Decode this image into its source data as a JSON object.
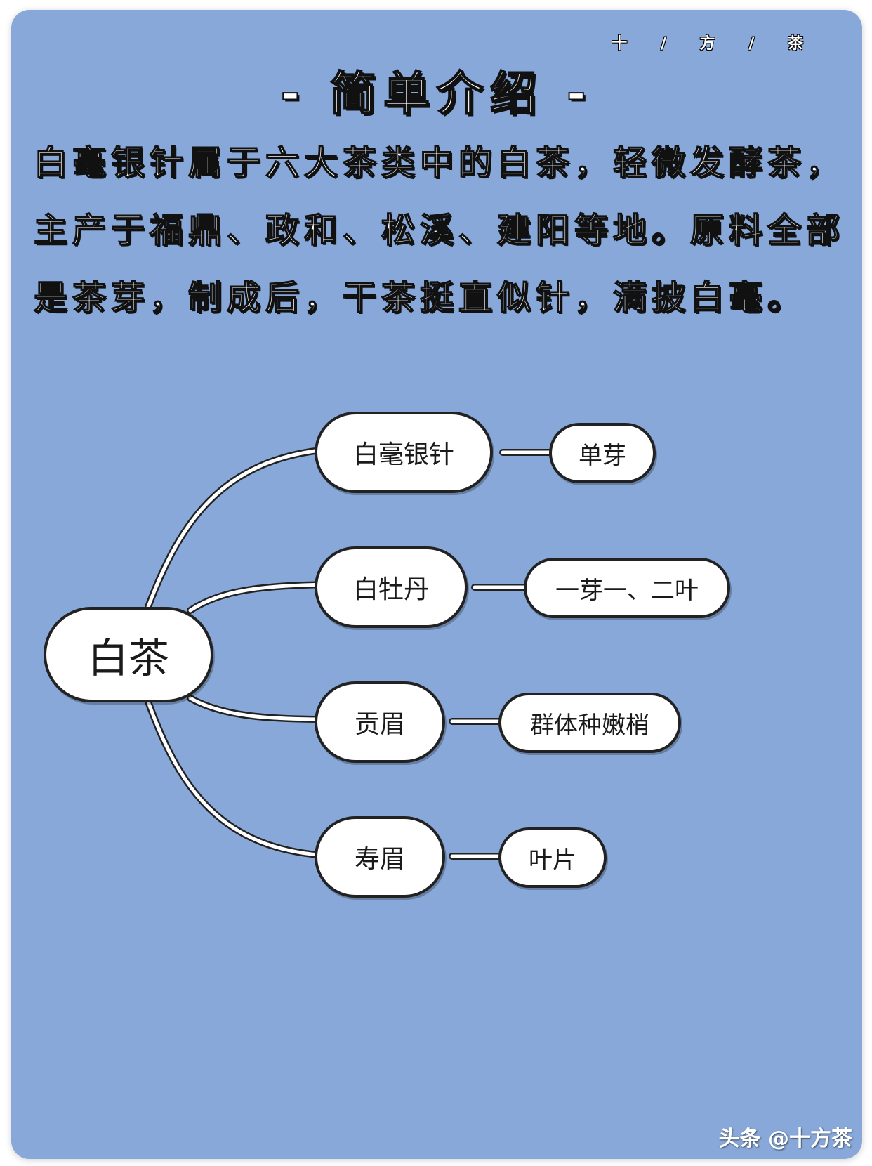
{
  "brand_mark": "十 / 方 / 茶",
  "title": "- 简单介绍 -",
  "intro_text": "白毫银针属于六大茶类中的白茶，轻微发酵茶，主产于福鼎、政和、松溪、建阳等地。原料全部是茶芽，制成后，干茶挺直似针，满披白毫。",
  "diagram": {
    "root": "白茶",
    "branches": [
      {
        "label": "白毫银针",
        "detail": "单芽"
      },
      {
        "label": "白牡丹",
        "detail": "一芽一、二叶"
      },
      {
        "label": "贡眉",
        "detail": "群体种嫩梢"
      },
      {
        "label": "寿眉",
        "detail": "叶片"
      }
    ]
  },
  "watermark": "头条 @十方茶"
}
